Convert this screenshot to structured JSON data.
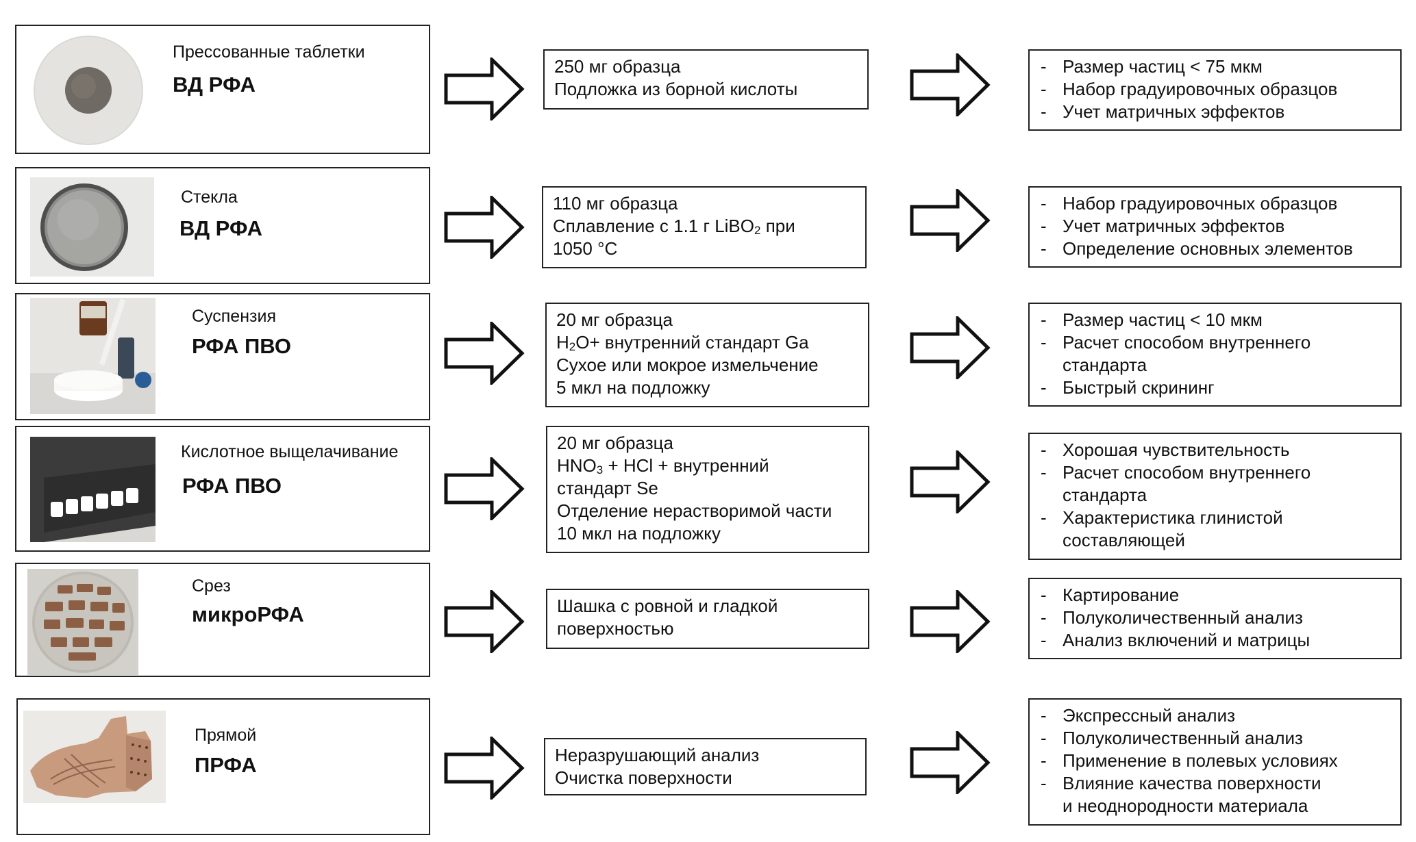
{
  "rows": [
    {
      "name": "Прессованные таблетки",
      "technique": "ВД РФА",
      "image": "pressed-pellet-photo",
      "prep": [
        "250 мг образца",
        "Подложка из борной кислоты"
      ],
      "features": [
        "Размер частиц < 75 мкм",
        "Набор градуировочных образцов",
        "Учет матричных эффектов"
      ]
    },
    {
      "name": "Стекла",
      "technique": "ВД РФА",
      "image": "glass-bead-photo",
      "prep": [
        "110 мг образца",
        "Сплавление с 1.1 г LiBO",
        "2",
        " при",
        "1050 °C"
      ],
      "features": [
        "Набор градуировочных образцов",
        "Учет матричных эффектов",
        "Определение основных элементов"
      ]
    },
    {
      "name": "Суспензия",
      "technique": "РФА ПВО",
      "image": "suspension-pipette-photo",
      "prep": [
        "20 мг образца",
        "H",
        "2",
        "O+ внутренний стандарт Ga",
        "Сухое или мокрое измельчение",
        "5 мкл на подложку"
      ],
      "features": [
        "Размер частиц < 10 мкм",
        "Расчет способом внутреннего",
        "стандарта",
        "Быстрый скрининг"
      ]
    },
    {
      "name": "Кислотное выщелачивание",
      "technique": "РФА ПВО",
      "image": "acid-leaching-vials-photo",
      "prep": [
        "20 мг образца",
        "HNO",
        "3",
        " + HCl + внутренний",
        "стандарт Se",
        "Отделение нерастворимой части",
        "10 мкл на подложку"
      ],
      "features": [
        "Хорошая чувствительность",
        "Расчет способом внутреннего",
        "стандарта",
        "Характеристика глинистой",
        "составляющей"
      ]
    },
    {
      "name": "Срез",
      "technique": "микроРФА",
      "image": "section-mount-photo",
      "prep": [
        "Шашка с ровной и гладкой",
        "поверхностью"
      ],
      "features": [
        "Картирование",
        "Полуколичественный анализ",
        "Анализ включений и матрицы"
      ]
    },
    {
      "name": "Прямой",
      "technique": "ПРФА",
      "image": "ceramic-fragment-photo",
      "prep": [
        "Неразрушающий анализ",
        "Очистка поверхности"
      ],
      "features": [
        "Экспрессный анализ",
        "Полуколичественный анализ",
        "Применение в полевых условиях",
        "Влияние качества поверхности",
        "и  неоднородности материала"
      ]
    }
  ],
  "icons": {
    "arrow": "right-arrow-outline-icon"
  }
}
